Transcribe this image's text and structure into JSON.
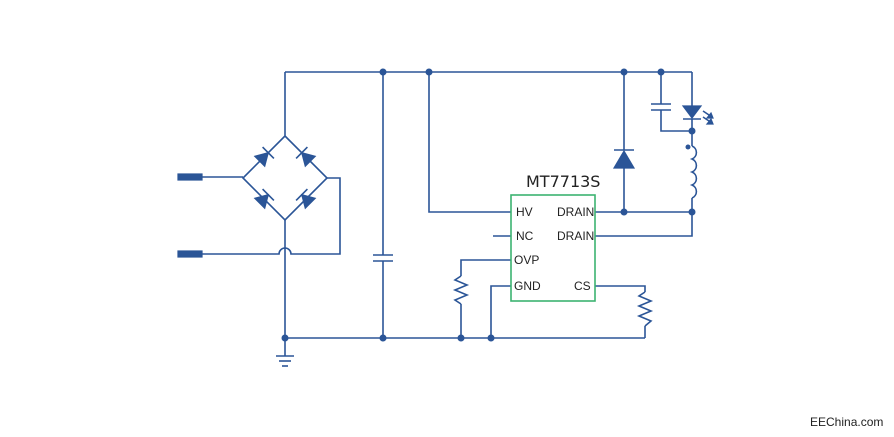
{
  "chip": {
    "name": "MT7713S",
    "pins": {
      "hv": "HV",
      "nc": "NC",
      "ovp": "OVP",
      "gnd": "GND",
      "drain1": "DRAIN",
      "drain2": "DRAIN",
      "cs": "CS"
    }
  },
  "watermark": "EEChina.com",
  "colors": {
    "wire": "#2b5597",
    "chip_outline": "#3cb371",
    "text": "#222222"
  }
}
